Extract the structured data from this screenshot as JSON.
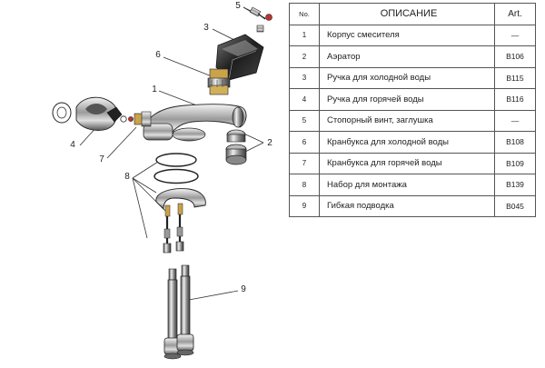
{
  "callouts": {
    "p1": "1",
    "p2": "2",
    "p3": "3",
    "p4": "4",
    "p5": "5",
    "p6": "6",
    "p7": "7",
    "p8": "8",
    "p9": "9"
  },
  "table": {
    "headers": {
      "no": "No.",
      "description": "ОПИСАНИЕ",
      "art": "Art."
    },
    "rows": [
      {
        "no": "1",
        "description": "Корпус смесителя",
        "art": "—"
      },
      {
        "no": "2",
        "description": "Аэратор",
        "art": "B106"
      },
      {
        "no": "3",
        "description": "Ручка для холодной воды",
        "art": "B115"
      },
      {
        "no": "4",
        "description": "Ручка для горячей воды",
        "art": "B116"
      },
      {
        "no": "5",
        "description": "Стопорный винт, заглушка",
        "art": "—"
      },
      {
        "no": "6",
        "description": "Кранбукса для холодной воды",
        "art": "B108"
      },
      {
        "no": "7",
        "description": "Кранбукса для горячей воды",
        "art": "B109"
      },
      {
        "no": "8",
        "description": "Набор для монтажа",
        "art": "B139"
      },
      {
        "no": "9",
        "description": "Гибкая подводка",
        "art": "B045"
      }
    ]
  }
}
